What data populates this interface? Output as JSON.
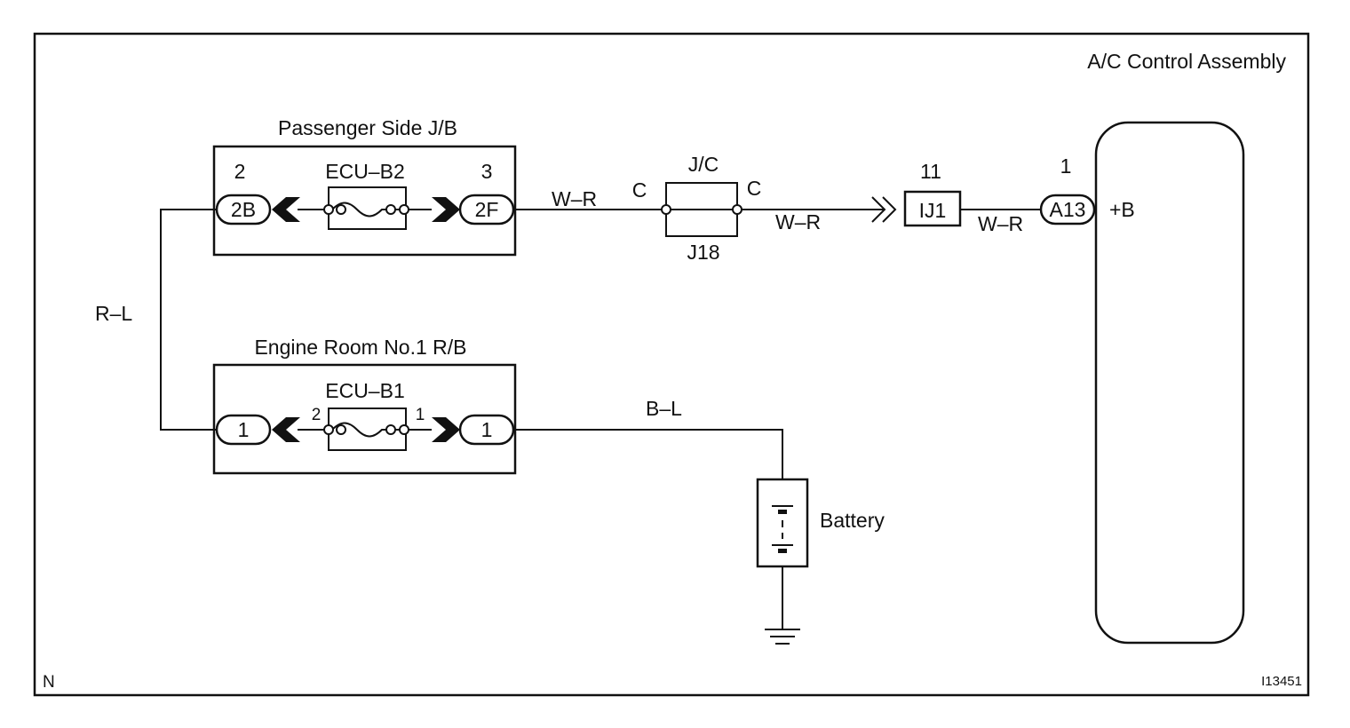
{
  "diagram": {
    "title": "A/C Control Assembly",
    "corner_code": "N",
    "figure_id": "I13451"
  },
  "passenger_jb": {
    "title": "Passenger Side J/B",
    "fuse": "ECU–B2",
    "left_pin": "2",
    "left_connector": "2B",
    "right_pin": "3",
    "right_connector": "2F"
  },
  "engine_rb": {
    "title": "Engine Room No.1 R/B",
    "fuse": "ECU–B1",
    "left_connector": "1",
    "right_connector": "1",
    "fuse_left_pin": "2",
    "fuse_right_pin": "1"
  },
  "junction": {
    "top_label": "J/C",
    "bottom_label": "J18",
    "left_pin": "C",
    "right_pin": "C"
  },
  "connector_ij1": {
    "label": "IJ1",
    "pin": "11"
  },
  "connector_a13": {
    "label": "A13",
    "pin": "1",
    "terminal": "+B"
  },
  "wires": {
    "jb_to_jc": "W–R",
    "jc_to_ij1": "W–R",
    "ij1_to_a13": "W–R",
    "jb_to_rb": "R–L",
    "rb_to_battery": "B–L"
  },
  "battery": {
    "label": "Battery"
  }
}
